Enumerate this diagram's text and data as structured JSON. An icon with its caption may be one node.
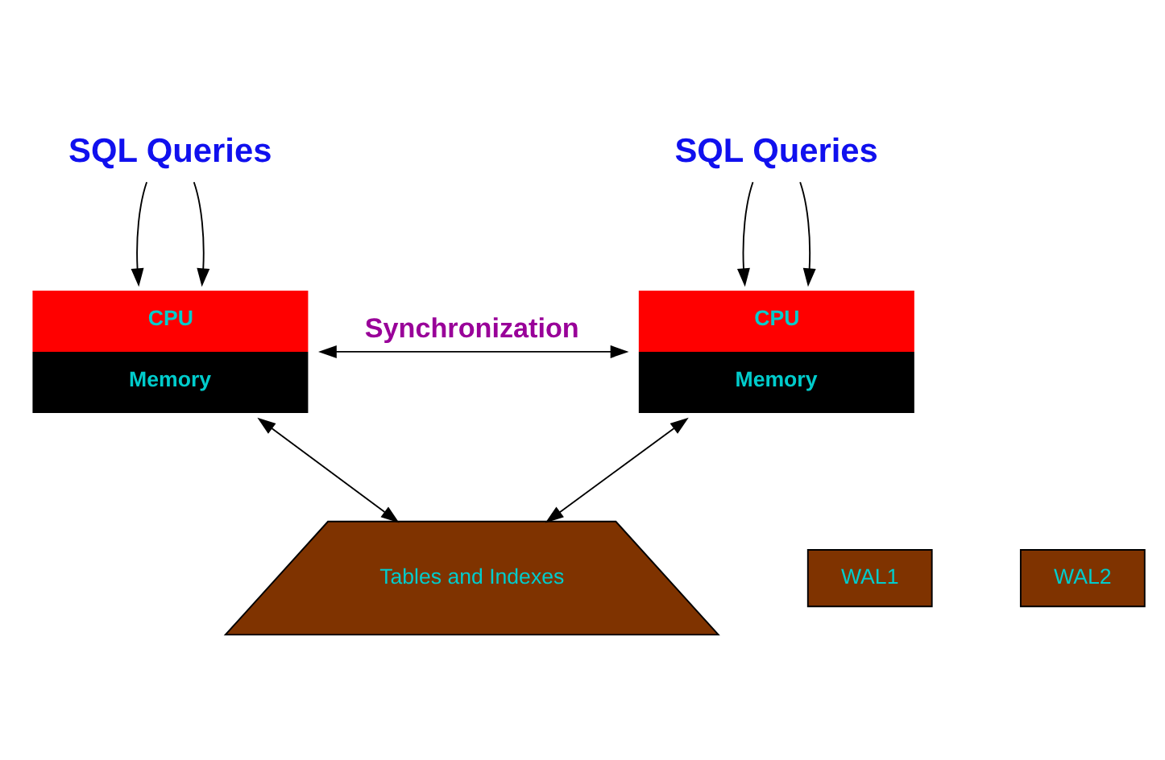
{
  "diagram": {
    "nodes": [
      {
        "text": [
          "SQL Queries"
        ]
      },
      {
        "text": [
          "SQL Queries"
        ]
      },
      {
        "text": [
          "CPU",
          "Memory"
        ]
      },
      {
        "text": [
          "CPU",
          "Memory"
        ]
      },
      {
        "text": [
          "WAL1"
        ]
      },
      {
        "text": [
          "Tables and Indexes"
        ]
      },
      {
        "text": [
          "WAL2"
        ]
      }
    ],
    "edges": [
      {
        "from": 0,
        "to": 2,
        "arrow": "to"
      },
      {
        "from": 0,
        "to": 2,
        "arrow": "to"
      },
      {
        "from": 1,
        "to": 3,
        "arrow": "to"
      },
      {
        "from": 1,
        "to": 3,
        "arrow": "to"
      },
      {
        "from": 2,
        "to": 3,
        "arrow": "both",
        "label": "Synchronization"
      },
      {
        "from": 2,
        "to": 5,
        "arrow": "both"
      },
      {
        "from": 3,
        "to": 5,
        "arrow": "both"
      }
    ]
  }
}
